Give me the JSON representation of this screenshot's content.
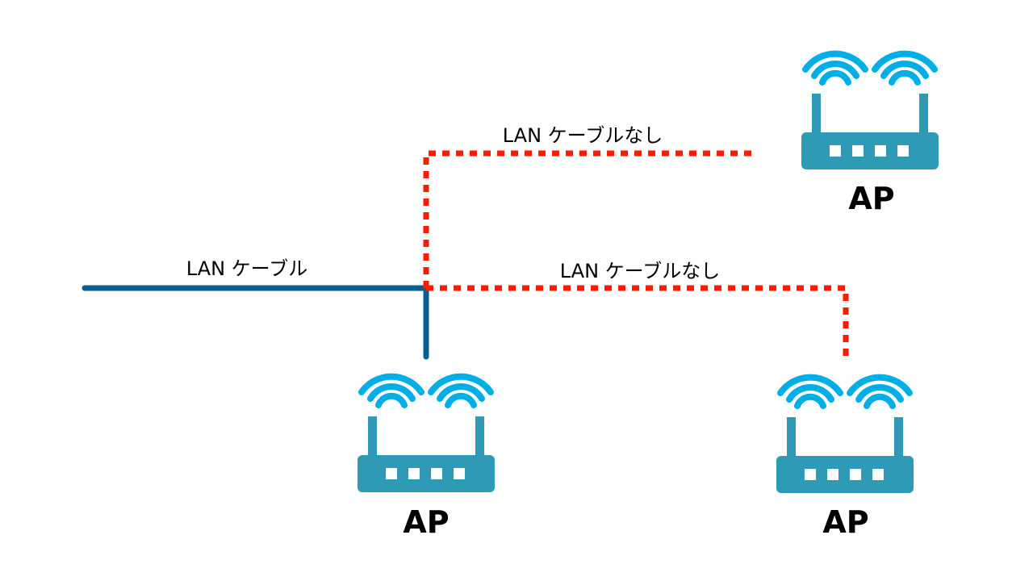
{
  "labels": {
    "wired_cable": "LAN ケーブル",
    "no_cable_top": "LAN ケーブルなし",
    "no_cable_bottom": "LAN ケーブルなし"
  },
  "access_points": [
    {
      "id": "ap-wired",
      "label": "AP",
      "connection": "wired"
    },
    {
      "id": "ap-top-right",
      "label": "AP",
      "connection": "none"
    },
    {
      "id": "ap-bottom-right",
      "label": "AP",
      "connection": "none"
    }
  ],
  "colors": {
    "wired_line": "#0b5f8e",
    "no_cable_line": "#ff1a00",
    "signal": "#00aee6",
    "router_body": "#2e9ab5",
    "router_port": "#ffffff",
    "text": "#000000",
    "background": "#ffffff"
  },
  "icons": {
    "access_point": "wireless-router-icon",
    "signal": "wifi-signal-icon"
  }
}
